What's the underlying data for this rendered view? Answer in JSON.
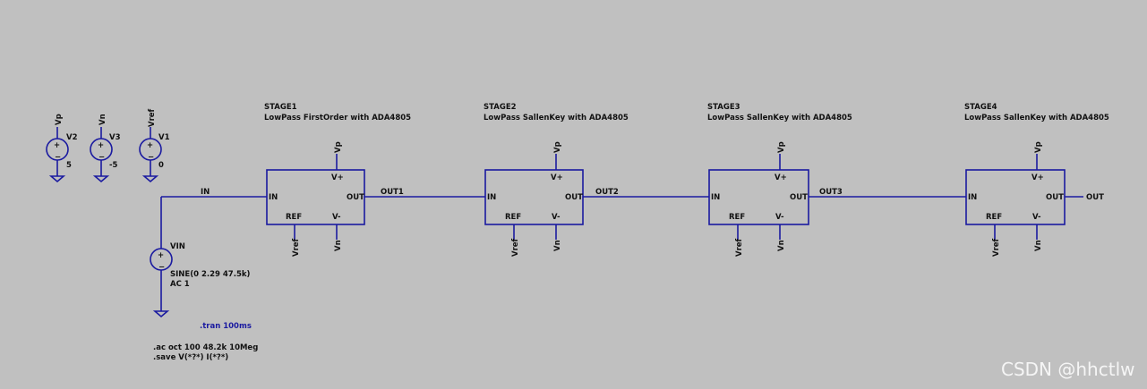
{
  "sources": [
    {
      "id": "v2",
      "net": "Vp",
      "name": "V2",
      "value": "5"
    },
    {
      "id": "v3",
      "net": "Vn",
      "name": "V3",
      "value": "-5"
    },
    {
      "id": "v1",
      "net": "Vref",
      "name": "V1",
      "value": "0"
    }
  ],
  "input": {
    "net": "IN",
    "name": "VIN",
    "value1": "SINE(0 2.29 47.5k)",
    "value2": "AC 1"
  },
  "stages": [
    {
      "id": "s1",
      "title": "STAGE1",
      "desc": "LowPass FirstOrder with ADA4805",
      "pin_in": "IN",
      "pin_out": "OUT",
      "pin_vp": "V+",
      "pin_vn": "V-",
      "pin_ref": "REF",
      "net_vp": "Vp",
      "net_vn": "Vn",
      "net_ref": "Vref",
      "out_net": "OUT1"
    },
    {
      "id": "s2",
      "title": "STAGE2",
      "desc": "LowPass SallenKey with ADA4805",
      "pin_in": "IN",
      "pin_out": "OUT",
      "pin_vp": "V+",
      "pin_vn": "V-",
      "pin_ref": "REF",
      "net_vp": "Vp",
      "net_vn": "Vn",
      "net_ref": "Vref",
      "out_net": "OUT2"
    },
    {
      "id": "s3",
      "title": "STAGE3",
      "desc": "LowPass SallenKey with ADA4805",
      "pin_in": "IN",
      "pin_out": "OUT",
      "pin_vp": "V+",
      "pin_vn": "V-",
      "pin_ref": "REF",
      "net_vp": "Vp",
      "net_vn": "Vn",
      "net_ref": "Vref",
      "out_net": "OUT3"
    },
    {
      "id": "s4",
      "title": "STAGE4",
      "desc": "LowPass SallenKey with ADA4805",
      "pin_in": "IN",
      "pin_out": "OUT",
      "pin_vp": "V+",
      "pin_vn": "V-",
      "pin_ref": "REF",
      "net_vp": "Vp",
      "net_vn": "Vn",
      "net_ref": "Vref",
      "out_net": "OUT"
    }
  ],
  "directives": {
    "tran": ".tran 100ms",
    "ac": ".ac oct 100 48.2k 10Meg",
    "save": ".save V(*?*) I(*?*)"
  },
  "watermark": "CSDN @hhctlw",
  "colors": {
    "wire": "#1a1aa0",
    "background": "#c0c0c0",
    "directive": "#1a1aa0"
  }
}
